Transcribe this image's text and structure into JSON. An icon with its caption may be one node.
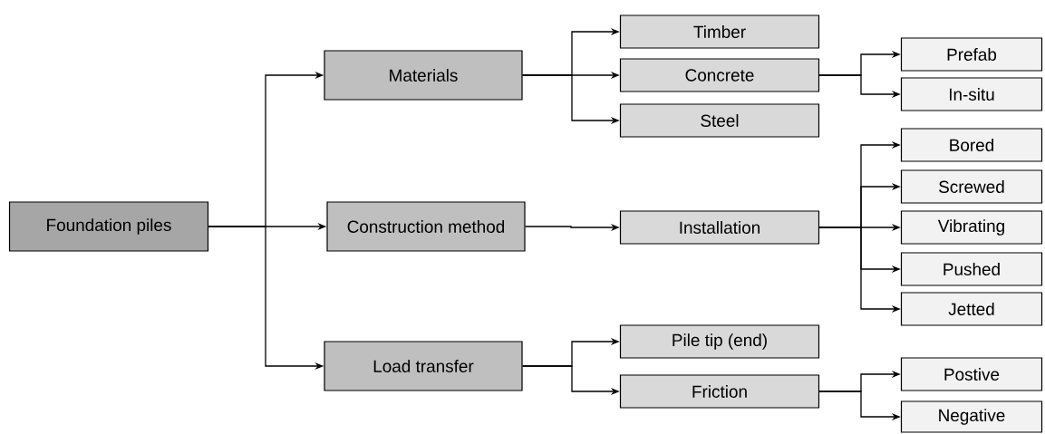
{
  "diagram": {
    "nodes": [
      {
        "text": [
          "Foundation piles"
        ]
      },
      {
        "text": [
          "Materials"
        ]
      },
      {
        "text": [
          "Construction method"
        ]
      },
      {
        "text": [
          "Load transfer"
        ]
      },
      {
        "text": [
          "Timber"
        ]
      },
      {
        "text": [
          "Concrete"
        ]
      },
      {
        "text": [
          "Steel"
        ]
      },
      {
        "text": [
          "Installation"
        ]
      },
      {
        "text": [
          "Pile tip (end)"
        ]
      },
      {
        "text": [
          "Friction"
        ]
      },
      {
        "text": [
          "Prefab"
        ]
      },
      {
        "text": [
          "In-situ"
        ]
      },
      {
        "text": [
          "Bored"
        ]
      },
      {
        "text": [
          "Screwed"
        ]
      },
      {
        "text": [
          "Vibrating"
        ]
      },
      {
        "text": [
          "Pushed"
        ]
      },
      {
        "text": [
          "Jetted"
        ]
      },
      {
        "text": [
          "Postive"
        ]
      },
      {
        "text": [
          "Negative"
        ]
      }
    ],
    "edges": [
      {
        "from": 0,
        "to": 1,
        "arrow": "to"
      },
      {
        "from": 0,
        "to": 2,
        "arrow": "to"
      },
      {
        "from": 0,
        "to": 3,
        "arrow": "to"
      },
      {
        "from": 1,
        "to": 4,
        "arrow": "to"
      },
      {
        "from": 1,
        "to": 5,
        "arrow": "to"
      },
      {
        "from": 1,
        "to": 6,
        "arrow": "to"
      },
      {
        "from": 2,
        "to": 7,
        "arrow": "to"
      },
      {
        "from": 3,
        "to": 8,
        "arrow": "to"
      },
      {
        "from": 3,
        "to": 9,
        "arrow": "to"
      },
      {
        "from": 5,
        "to": 10,
        "arrow": "to"
      },
      {
        "from": 5,
        "to": 11,
        "arrow": "to"
      },
      {
        "from": 7,
        "to": 12,
        "arrow": "to"
      },
      {
        "from": 7,
        "to": 13,
        "arrow": "to"
      },
      {
        "from": 7,
        "to": 14,
        "arrow": "to"
      },
      {
        "from": 7,
        "to": 15,
        "arrow": "to"
      },
      {
        "from": 7,
        "to": 16,
        "arrow": "to"
      },
      {
        "from": 9,
        "to": 17,
        "arrow": "to"
      },
      {
        "from": 9,
        "to": 18,
        "arrow": "to"
      }
    ]
  }
}
